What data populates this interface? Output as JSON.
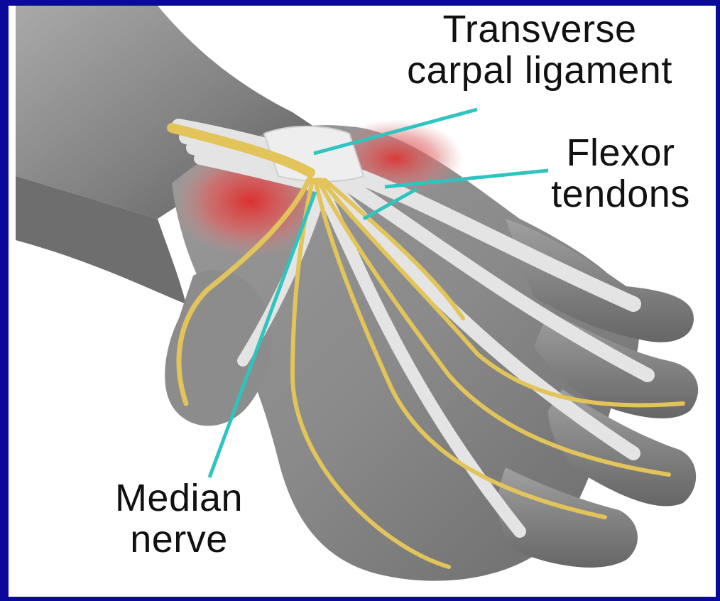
{
  "labels": {
    "transverse_carpal_ligament": {
      "line1": "Transverse",
      "line2": "carpal ligament"
    },
    "flexor_tendons": {
      "line1": "Flexor",
      "line2": "tendons"
    },
    "median_nerve": {
      "line1": "Median",
      "line2": "nerve"
    }
  },
  "colors": {
    "frame": "#0a0a9a",
    "background": "#ffffff",
    "skin": "#8f8f8f",
    "tendon": "#e4e4e4",
    "nerve": "#e2c45a",
    "inflammation": "#e05050",
    "leader_line": "#2ec4bf"
  }
}
